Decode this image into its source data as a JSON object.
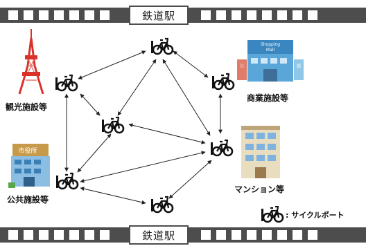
{
  "station": {
    "top_label": "鉄道駅",
    "bottom_label": "鉄道駅"
  },
  "places": {
    "tourism": "観光施設等",
    "commercial": "商業施設等",
    "public": "公共施設等",
    "residential": "マンション等"
  },
  "signs": {
    "mall": "Shopping Mall",
    "city_hall": "市役所"
  },
  "legend": {
    "label": ": サイクルポート"
  },
  "colors": {
    "rail": "#4d4d4d",
    "line": "#222222",
    "tower": "#d9322b"
  },
  "icons": [
    "bicycle-icon",
    "tower-icon",
    "mall-icon",
    "city-hall-icon",
    "apartment-icon"
  ]
}
